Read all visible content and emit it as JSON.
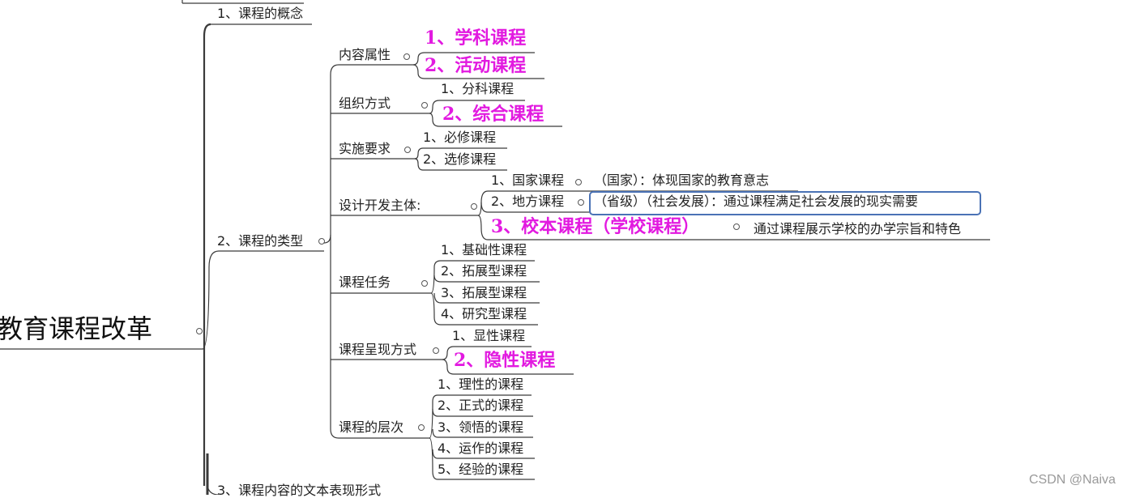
{
  "root": "出教育课程改革",
  "l1": {
    "concept": "1、课程的概念",
    "types": "2、课程的类型",
    "text_form": "3、课程内容的文本表现形式"
  },
  "content": {
    "label": "内容属性",
    "items": [
      "1、学科课程",
      "2、活动课程"
    ]
  },
  "org": {
    "label": "组织方式",
    "items": [
      "1、分科课程",
      "2、综合课程"
    ]
  },
  "impl": {
    "label": "实施要求",
    "items": [
      "1、必修课程",
      "2、选修课程"
    ]
  },
  "design": {
    "label": "设计开发主体:",
    "national": "1、国家课程",
    "national_note": "（国家）：体现国家的教育意志",
    "local": "2、地方课程",
    "local_note": "（省级）（社会发展）：通过课程满足社会发展的现实需要",
    "school": "3、校本课程（学校课程）",
    "school_note": "通过课程展示学校的办学宗旨和特色"
  },
  "task": {
    "label": "课程任务",
    "items": [
      "1、基础性课程",
      "2、拓展型课程",
      "3、拓展型课程",
      "4、研究型课程"
    ]
  },
  "present": {
    "label": "课程呈现方式",
    "items": [
      "1、显性课程",
      "2、隐性课程"
    ]
  },
  "level": {
    "label": "课程的层次",
    "items": [
      "1、理性的课程",
      "2、正式的课程",
      "3、领悟的课程",
      "4、运作的课程",
      "5、经验的课程"
    ]
  },
  "watermark": "CSDN @Naiva",
  "colors": {
    "highlight": "#e21ae0",
    "box": "#4a72b5",
    "line": "#333333"
  }
}
